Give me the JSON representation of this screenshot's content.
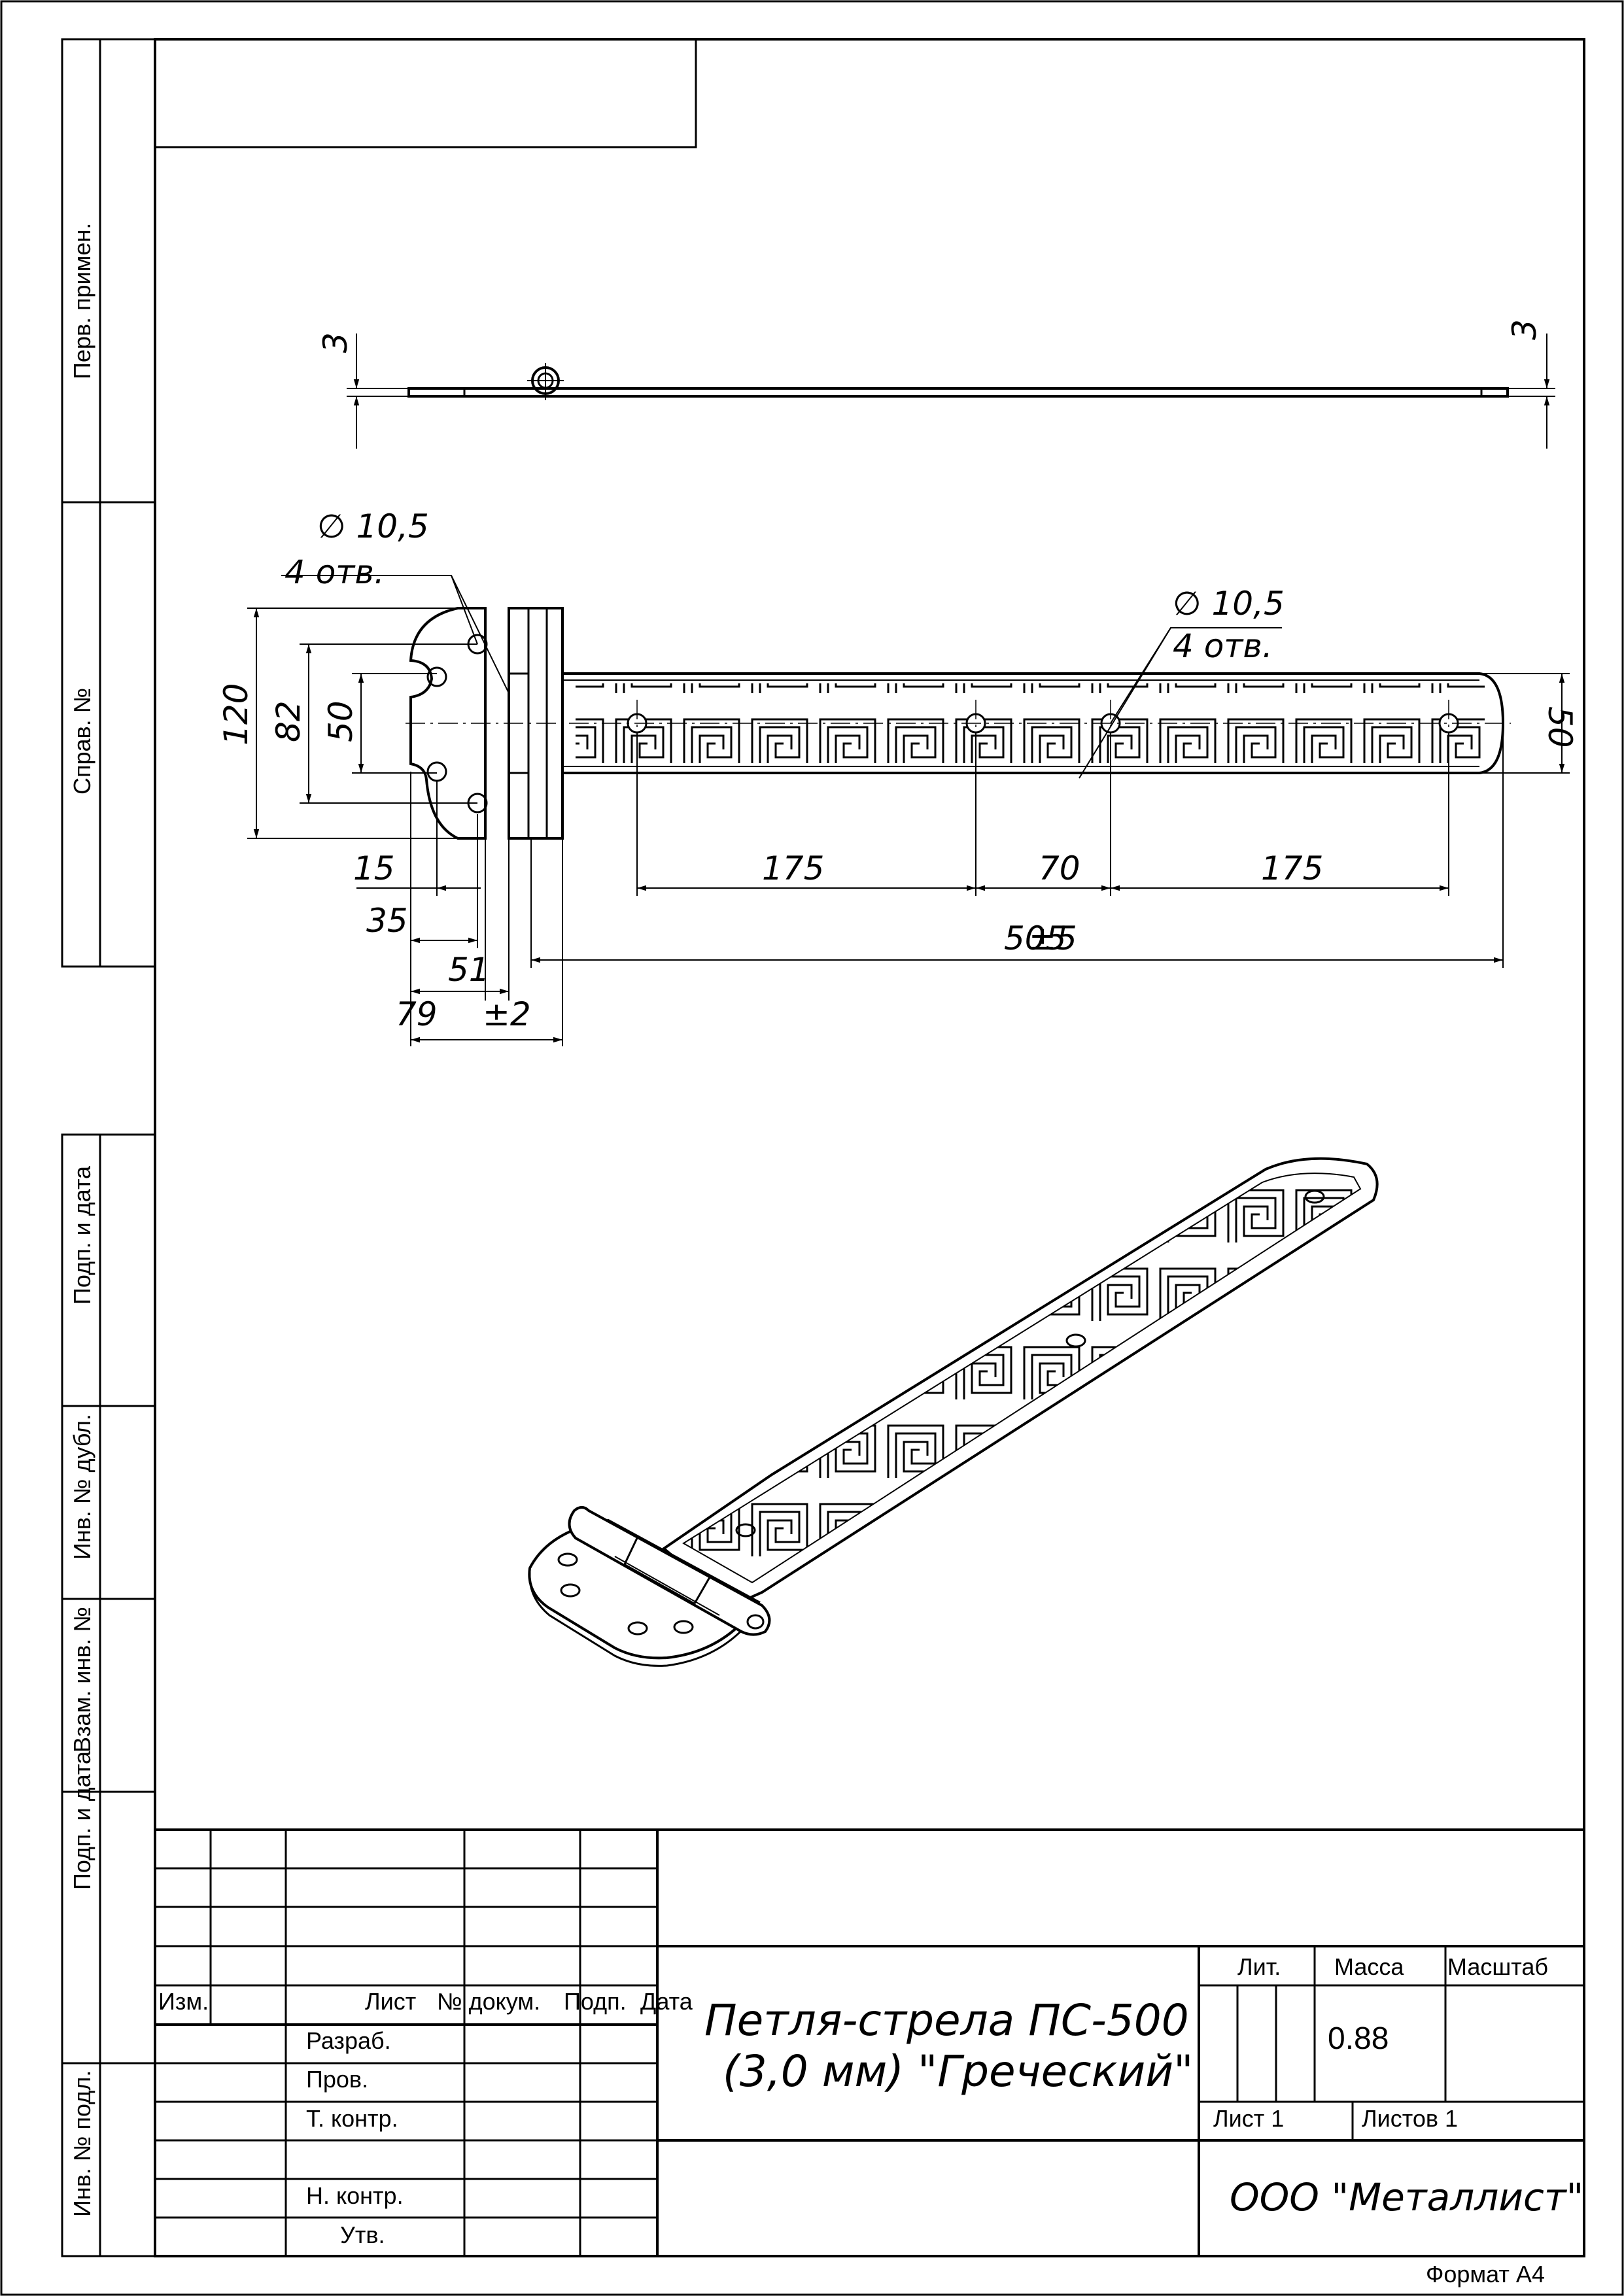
{
  "sidebar": {
    "perv_primen": "Перв. примен.",
    "sprav_no": "Справ. №",
    "podp_data_1": "Подп. и дата",
    "inv_dubl": "Инв. № дубл.",
    "vzam_inv": "Взам. инв. №",
    "podp_data_2": "Подп. и дата",
    "inv_podl": "Инв. № подл."
  },
  "dimensions": {
    "flat_thickness_left": "3",
    "flat_thickness_right": "3",
    "hole_left_diameter": "∅ 10,5",
    "hole_left_count": "4 отв.",
    "hole_right_diameter": "∅ 10,5",
    "hole_right_count": "4 отв.",
    "height_120": "120",
    "height_82": "82",
    "height_50_left": "50",
    "height_50_right": "50",
    "dim_15": "15",
    "dim_35": "35",
    "dim_51": "51",
    "dim_79": "79",
    "dim_pm2": "±2",
    "dim_175_a": "175",
    "dim_70": "70",
    "dim_175_b": "175",
    "dim_505": "505",
    "dim_505_tol": "±5"
  },
  "title_block": {
    "header_izm": "Изм.",
    "header_list": "Лист",
    "header_dokum": "№ докум.",
    "header_podp": "Подп.",
    "header_data": "Дата",
    "row_razrab": "Разраб.",
    "row_prov": "Пров.",
    "row_tkontr": "Т. контр.",
    "row_nkontr": "Н. контр.",
    "row_utv": "Утв.",
    "product_line1": "Петля-стрела ПС-500",
    "product_line2": "(3,0 мм) \"Греческий\"",
    "lit_label": "Лит.",
    "mass_label": "Масса",
    "scale_label": "Масштаб",
    "mass_value": "0.88",
    "sheet_label": "Лист 1",
    "sheets_label": "Листов 1",
    "company": "ООО \"Металлист\""
  },
  "format_label": "Формат А4"
}
